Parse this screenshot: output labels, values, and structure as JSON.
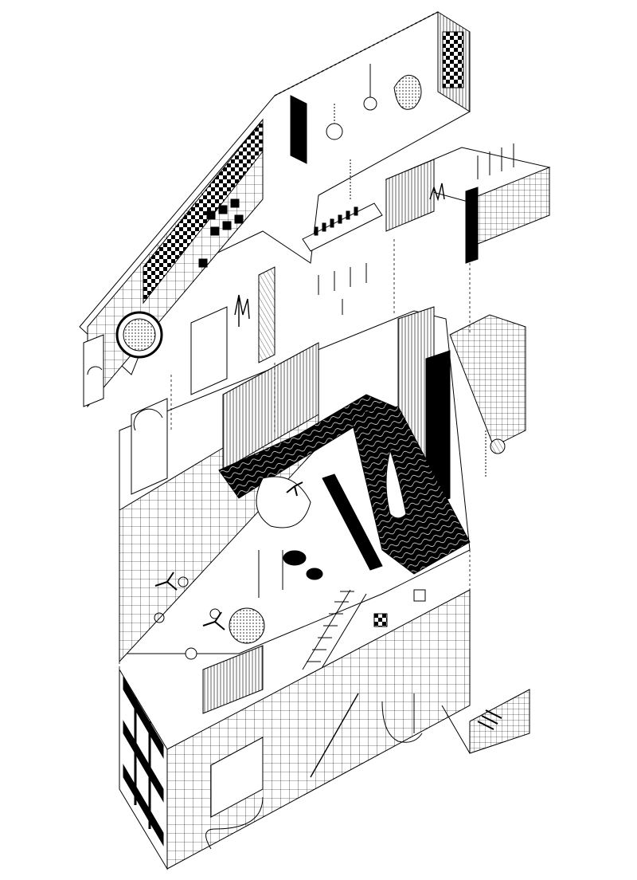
{
  "drawing": {
    "kind": "exploded axonometric architectural drawing",
    "style": "black ink line drawing on white",
    "colors": {
      "ink": "#000000",
      "paper": "#ffffff",
      "tone": "#d9d9d9"
    },
    "levels": [
      {
        "id": "upper-level"
      },
      {
        "id": "middle-level"
      },
      {
        "id": "ground-level"
      }
    ],
    "text_labels": []
  }
}
